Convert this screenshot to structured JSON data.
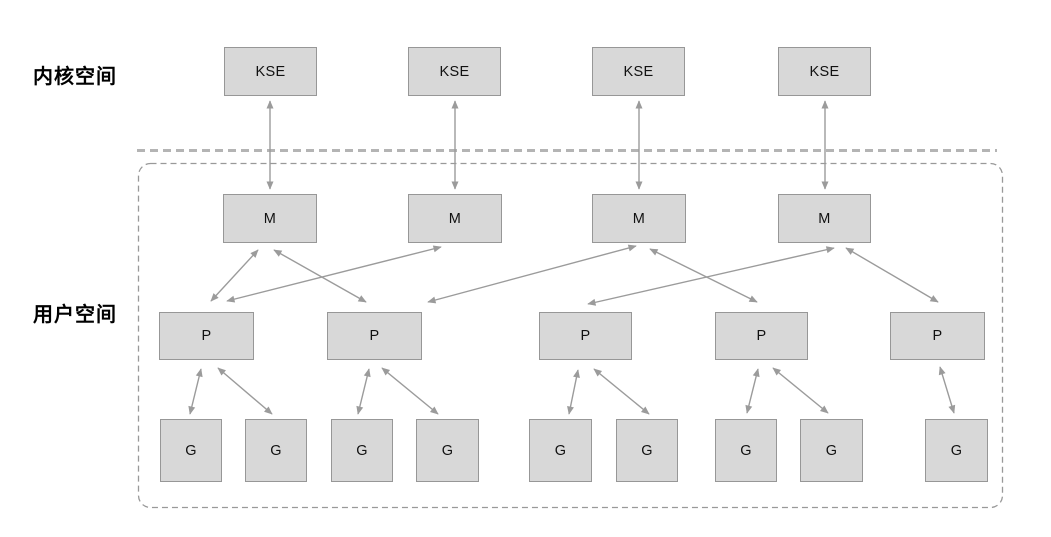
{
  "diagram": {
    "kernel_space_label": "内核空间",
    "user_space_label": "用户空间",
    "nodes": {
      "kse": [
        {
          "id": "KSE1",
          "label": "KSE"
        },
        {
          "id": "KSE2",
          "label": "KSE"
        },
        {
          "id": "KSE3",
          "label": "KSE"
        },
        {
          "id": "KSE4",
          "label": "KSE"
        }
      ],
      "m": [
        {
          "id": "M1",
          "label": "M"
        },
        {
          "id": "M2",
          "label": "M"
        },
        {
          "id": "M3",
          "label": "M"
        },
        {
          "id": "M4",
          "label": "M"
        }
      ],
      "p": [
        {
          "id": "P1",
          "label": "P"
        },
        {
          "id": "P2",
          "label": "P"
        },
        {
          "id": "P3",
          "label": "P"
        },
        {
          "id": "P4",
          "label": "P"
        },
        {
          "id": "P5",
          "label": "P"
        }
      ],
      "g": [
        {
          "id": "G1",
          "label": "G"
        },
        {
          "id": "G2",
          "label": "G"
        },
        {
          "id": "G3",
          "label": "G"
        },
        {
          "id": "G4",
          "label": "G"
        },
        {
          "id": "G5",
          "label": "G"
        },
        {
          "id": "G6",
          "label": "G"
        },
        {
          "id": "G7",
          "label": "G"
        },
        {
          "id": "G8",
          "label": "G"
        },
        {
          "id": "G9",
          "label": "G"
        }
      ]
    },
    "edges": {
      "kse_m": [
        {
          "from": "KSE1",
          "to": "M1"
        },
        {
          "from": "KSE2",
          "to": "M2"
        },
        {
          "from": "KSE3",
          "to": "M3"
        },
        {
          "from": "KSE4",
          "to": "M4"
        }
      ],
      "m_p": [
        {
          "from": "M1",
          "to": "P1"
        },
        {
          "from": "M1",
          "to": "P2"
        },
        {
          "from": "M2",
          "to": "P1"
        },
        {
          "from": "M3",
          "to": "P2"
        },
        {
          "from": "M3",
          "to": "P4"
        },
        {
          "from": "M4",
          "to": "P3"
        },
        {
          "from": "M4",
          "to": "P5"
        }
      ],
      "p_g": [
        {
          "from": "P1",
          "to": "G1"
        },
        {
          "from": "P1",
          "to": "G2"
        },
        {
          "from": "P2",
          "to": "G3"
        },
        {
          "from": "P2",
          "to": "G4"
        },
        {
          "from": "P3",
          "to": "G5"
        },
        {
          "from": "P3",
          "to": "G6"
        },
        {
          "from": "P4",
          "to": "G7"
        },
        {
          "from": "P4",
          "to": "G8"
        },
        {
          "from": "P5",
          "to": "G9"
        }
      ]
    },
    "colors": {
      "box_fill": "#d8d8d8",
      "box_border": "#979797",
      "arrow": "#9b9b9b",
      "boundary_dash": "#b4b4b4",
      "container_dash": "#999999",
      "text": "#000000"
    }
  }
}
